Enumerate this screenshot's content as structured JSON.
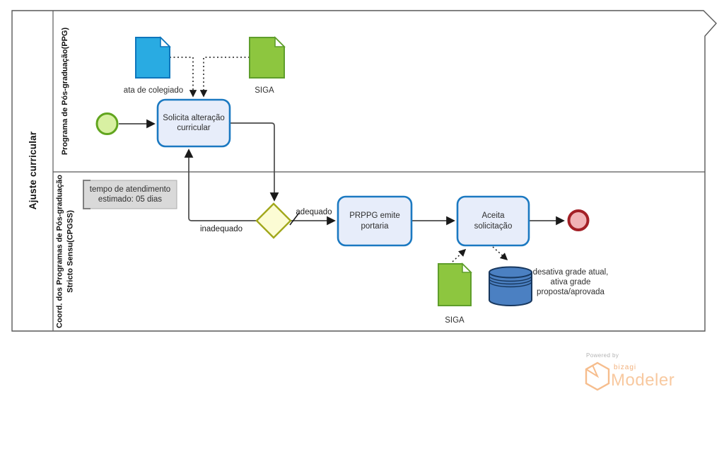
{
  "pool": {
    "title": "Ajuste curricular",
    "lanes": {
      "lane1": "Programa de Pós-graduação(PPG)",
      "lane2": "Coord. dos Programas de Pós-graduação\nStricto Sensu(CPGSS)"
    }
  },
  "tasks": {
    "solicita": "Solicita alteração\ncurricular",
    "prppg": "PRPPG emite\nportaria",
    "aceita": "Aceita\nsolicitação"
  },
  "data_objects": {
    "ata_label": "ata de colegiado",
    "siga_top_label": "SIGA",
    "siga_bottom_label": "SIGA",
    "datastore_label": "desativa grade atual,\nativa grade\nproposta/aprovada"
  },
  "annotation": "tempo de atendimento\nestimado: 05 dias",
  "flow_labels": {
    "inadequado": "inadequado",
    "adequado": "adequado"
  },
  "branding": {
    "powered_by": "Powered by",
    "bizagi": "bizagi",
    "modeler": "Modeler"
  },
  "colors": {
    "task_fill": "#e7edfa",
    "task_border": "#1b79c1",
    "start_fill": "#d8f0a2",
    "start_border": "#61a51e",
    "end_fill": "#f1b3b6",
    "end_border": "#a32026",
    "gateway_fill": "#fcfcd4",
    "gateway_border": "#a2a81c",
    "doc_blue_fill": "#29abe2",
    "doc_blue_border": "#0e76bc",
    "doc_green_fill": "#8dc63f",
    "doc_green_border": "#5f9e2b",
    "datastore_fill": "#4b80c2",
    "datastore_border": "#17375e",
    "annotation_fill": "#d9d9d9",
    "annotation_bracket": "#7f7f7f",
    "sequence_line": "#4a4a4a",
    "pool_border": "#595959",
    "brand_orange": "#f8c9a0"
  }
}
